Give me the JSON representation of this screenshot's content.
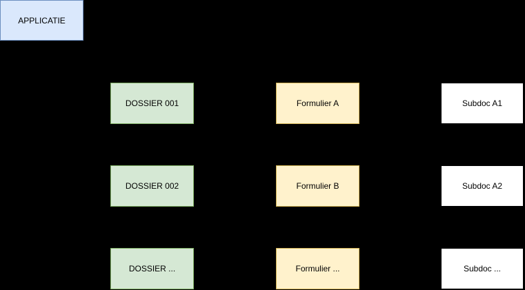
{
  "diagram": {
    "background_color": "#000000",
    "text_color": "#000000",
    "nodes": [
      {
        "id": "applicatie",
        "label": "APPLICATIE",
        "fill": "#dae8fc",
        "border": "#6c8ebf"
      },
      {
        "id": "dossier-001",
        "label": "DOSSIER 001",
        "fill": "#d5e8d4",
        "border": "#82b366"
      },
      {
        "id": "dossier-002",
        "label": "DOSSIER 002",
        "fill": "#d5e8d4",
        "border": "#82b366"
      },
      {
        "id": "dossier-more",
        "label": "DOSSIER ...",
        "fill": "#d5e8d4",
        "border": "#82b366"
      },
      {
        "id": "formulier-a",
        "label": "Formulier A",
        "fill": "#fff2cc",
        "border": "#d6b656"
      },
      {
        "id": "formulier-b",
        "label": "Formulier B",
        "fill": "#fff2cc",
        "border": "#d6b656"
      },
      {
        "id": "formulier-more",
        "label": "Formulier ...",
        "fill": "#fff2cc",
        "border": "#d6b656"
      },
      {
        "id": "subdoc-a1",
        "label": "Subdoc A1",
        "fill": "#ffffff",
        "border": "#000000"
      },
      {
        "id": "subdoc-a2",
        "label": "Subdoc A2",
        "fill": "#ffffff",
        "border": "#000000"
      },
      {
        "id": "subdoc-more",
        "label": "Subdoc ...",
        "fill": "#ffffff",
        "border": "#000000"
      }
    ]
  }
}
